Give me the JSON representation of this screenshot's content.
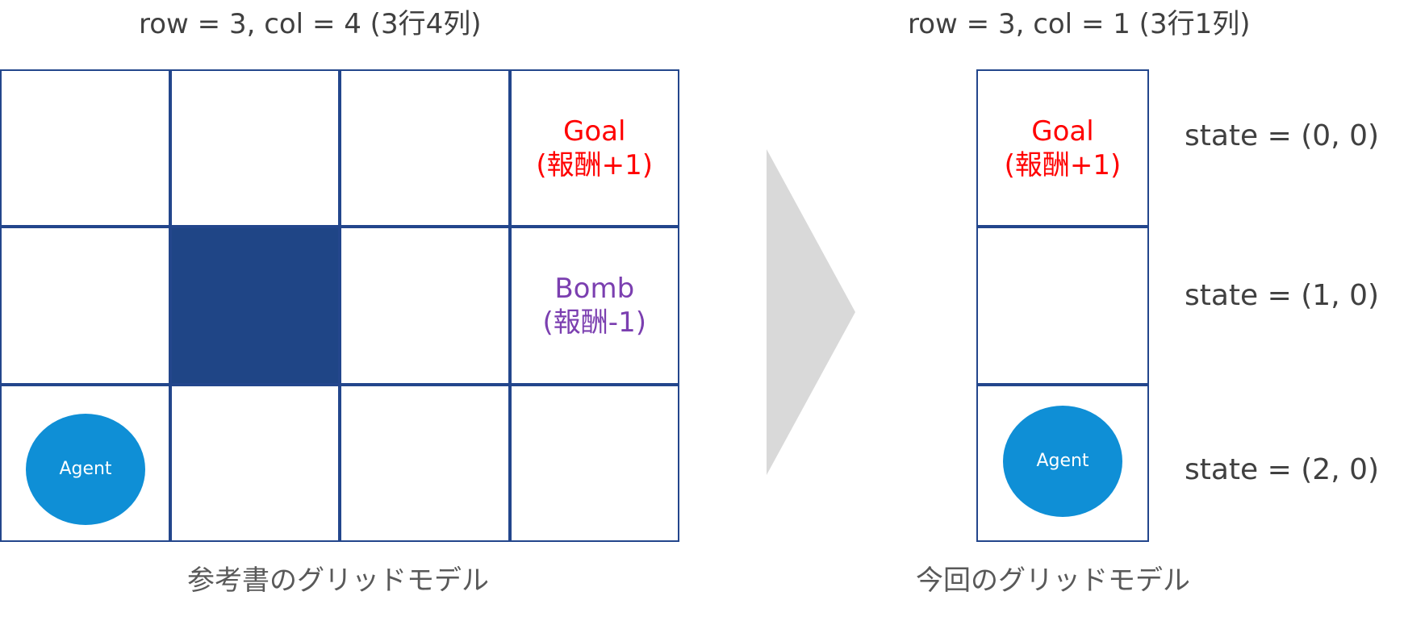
{
  "left_model": {
    "title": "row = 3, col = 4 (3行4列)",
    "caption": "参考書のグリッドモデル",
    "goal_label": "Goal",
    "goal_reward": "(報酬+1)",
    "bomb_label": "Bomb",
    "bomb_reward": "(報酬-1)",
    "agent_label": "Agent"
  },
  "right_model": {
    "title": "row = 3, col = 1 (3行1列)",
    "caption": "今回のグリッドモデル",
    "goal_label": "Goal",
    "goal_reward": "(報酬+1)",
    "agent_label": "Agent",
    "states": [
      "state = (0, 0)",
      "state = (1, 0)",
      "state = (2, 0)"
    ]
  },
  "colors": {
    "grid_line": "#23468c",
    "wall": "#1f4586",
    "goal": "#ff0000",
    "bomb": "#7b3fb0",
    "agent": "#0f8fd6",
    "arrow": "#d9d9d9"
  }
}
